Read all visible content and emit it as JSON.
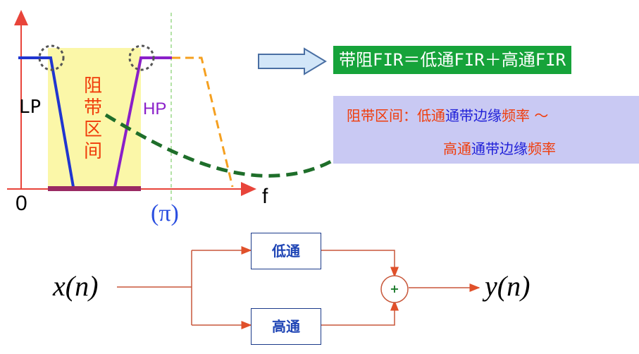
{
  "plot": {
    "lp_label": "LP",
    "hp_label": "HP",
    "origin_label": "0",
    "freq_label": "f",
    "pi_label": "(π)",
    "stopband_chars": [
      "阻",
      "带",
      "区",
      "间"
    ]
  },
  "formula": "带阻FIR＝低通FIR＋高通FIR",
  "note": {
    "line1_a": "阻带区间：低通",
    "line1_b": "通带边缘",
    "line1_c": "频率 ～",
    "line2_a": "高通",
    "line2_b": "通带边缘",
    "line2_c": "频率"
  },
  "block_diagram": {
    "input": "x(n)",
    "output": "y(n)",
    "lowpass": "低通",
    "highpass": "高通",
    "adder": "+"
  },
  "colors": {
    "stopband_fill": "#fbf7a8",
    "lp_line": "#2035d0",
    "hp_line": "#8a1fc9",
    "axis": "#e8443a",
    "dashed_orange": "#f5a020",
    "dashed_green": "#1e6e2a",
    "formula_bg": "#16a33a",
    "note_bg": "#c9c9f3"
  }
}
